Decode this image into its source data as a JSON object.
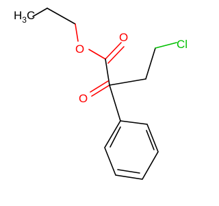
{
  "molecule": {
    "atoms": {
      "methyl": {
        "label": "H",
        "subscript": "3",
        "suffix": "C",
        "color": "#000000"
      },
      "ester_oxygen": {
        "label": "O",
        "color": "#ff0000"
      },
      "carbonyl_oxygen": {
        "label": "O",
        "color": "#ff0000"
      },
      "ring_oxygen_like": {
        "label": "O",
        "color": "#ff0000"
      },
      "chlorine": {
        "label": "Cl",
        "color": "#00c000"
      }
    },
    "colors": {
      "bond": "#000000",
      "oxygen": "#ff0000",
      "chlorine": "#00c000",
      "background": "#ffffff"
    }
  }
}
